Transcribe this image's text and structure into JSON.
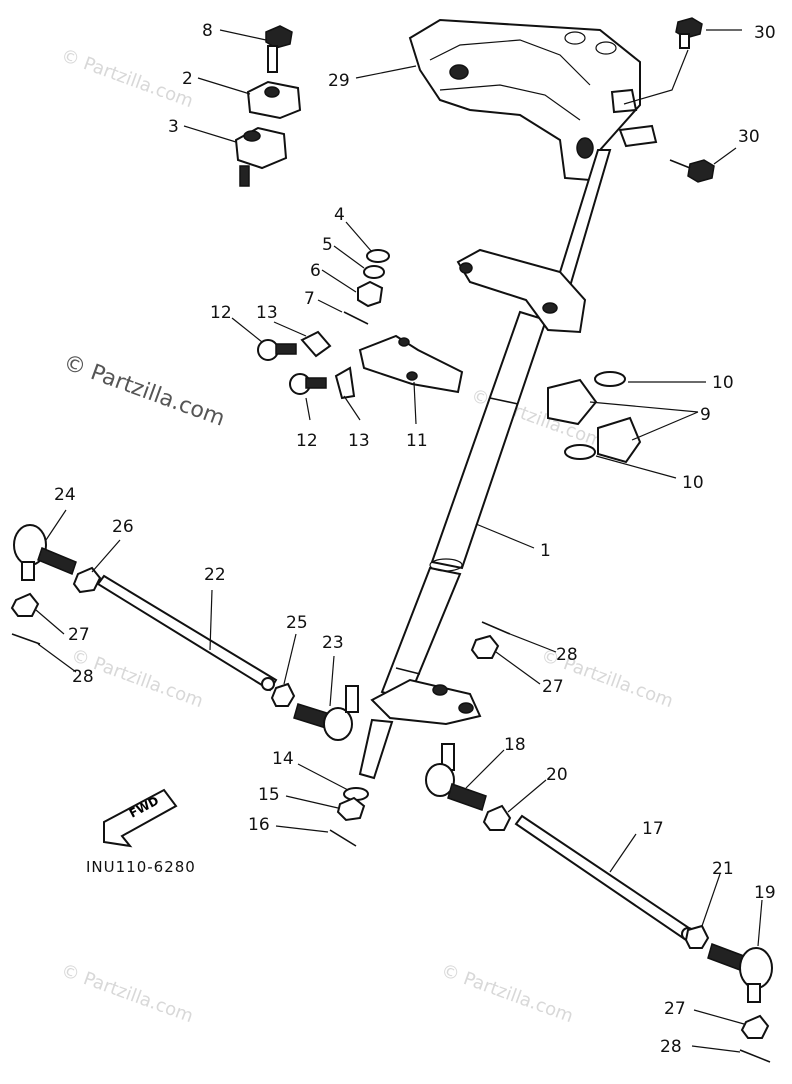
{
  "diagram": {
    "code": "INU110-6280",
    "fwd_label": "FWD",
    "watermark_main": "© Partzilla.com",
    "watermark_faint": "© Partzilla.com",
    "callouts": [
      {
        "id": "c1",
        "text": "1"
      },
      {
        "id": "c2",
        "text": "2"
      },
      {
        "id": "c3",
        "text": "3"
      },
      {
        "id": "c4",
        "text": "4"
      },
      {
        "id": "c5",
        "text": "5"
      },
      {
        "id": "c6",
        "text": "6"
      },
      {
        "id": "c7",
        "text": "7"
      },
      {
        "id": "c8",
        "text": "8"
      },
      {
        "id": "c9",
        "text": "9"
      },
      {
        "id": "c10a",
        "text": "10"
      },
      {
        "id": "c10b",
        "text": "10"
      },
      {
        "id": "c11",
        "text": "11"
      },
      {
        "id": "c12a",
        "text": "12"
      },
      {
        "id": "c12b",
        "text": "12"
      },
      {
        "id": "c13a",
        "text": "13"
      },
      {
        "id": "c13b",
        "text": "13"
      },
      {
        "id": "c14",
        "text": "14"
      },
      {
        "id": "c15",
        "text": "15"
      },
      {
        "id": "c16",
        "text": "16"
      },
      {
        "id": "c17",
        "text": "17"
      },
      {
        "id": "c18",
        "text": "18"
      },
      {
        "id": "c19",
        "text": "19"
      },
      {
        "id": "c20",
        "text": "20"
      },
      {
        "id": "c21",
        "text": "21"
      },
      {
        "id": "c22",
        "text": "22"
      },
      {
        "id": "c23",
        "text": "23"
      },
      {
        "id": "c24",
        "text": "24"
      },
      {
        "id": "c25",
        "text": "25"
      },
      {
        "id": "c26",
        "text": "26"
      },
      {
        "id": "c27a",
        "text": "27"
      },
      {
        "id": "c27b",
        "text": "27"
      },
      {
        "id": "c27c",
        "text": "27"
      },
      {
        "id": "c28a",
        "text": "28"
      },
      {
        "id": "c28b",
        "text": "28"
      },
      {
        "id": "c28c",
        "text": "28"
      },
      {
        "id": "c29",
        "text": "29"
      },
      {
        "id": "c30a",
        "text": "30"
      },
      {
        "id": "c30b",
        "text": "30"
      }
    ]
  }
}
